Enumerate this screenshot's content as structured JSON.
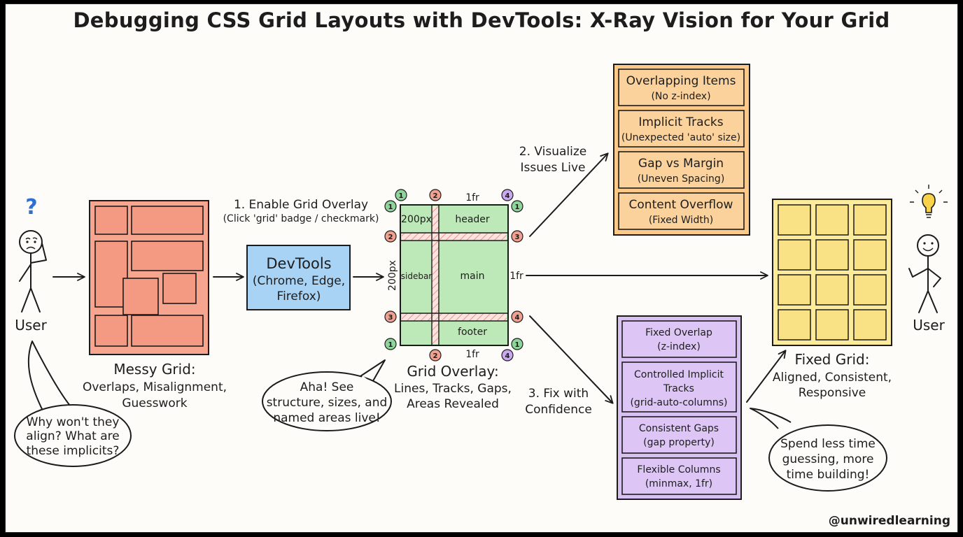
{
  "title": "Debugging CSS Grid Layouts with DevTools: X-Ray Vision for Your Grid",
  "user_left": {
    "label": "User",
    "question_mark": "?"
  },
  "user_right": {
    "label": "User"
  },
  "bubble_user": [
    "Why won't they",
    "align? What are",
    "these implicits?"
  ],
  "messy_grid": {
    "title": "Messy Grid:",
    "lines": [
      "Overlaps, Misalignment,",
      "Guesswork"
    ]
  },
  "step1": {
    "title": "1. Enable Grid Overlay",
    "subtitle": "(Click 'grid' badge / checkmark)"
  },
  "devtools": {
    "lines": [
      "DevTools",
      "(Chrome, Edge,",
      "Firefox)"
    ]
  },
  "overlay_grid": {
    "areas": {
      "col_label": "200px",
      "header": "header",
      "sidebar": "sidebar",
      "main": "main",
      "footer": "footer"
    },
    "track_labels": {
      "top_fr": "1fr",
      "bottom_fr": "1fr",
      "right_fr": "1fr",
      "left_px": "200px"
    },
    "badges": {
      "top_left": "1",
      "top_mid": "2",
      "top_right": "4",
      "left_row1": "1",
      "left_row2": "2",
      "left_row3": "3",
      "left_row4": "1",
      "right_row1": "1",
      "right_row2": "3",
      "right_row3": "4",
      "right_row4": "1",
      "bottom_mid": "2",
      "bottom_right": "4"
    },
    "colors": {
      "line1": "#8fd49a",
      "line2": "#f0a090",
      "line3": "#f0a090",
      "line4": "#c9a8ef"
    },
    "title": "Grid Overlay:",
    "lines": [
      "Lines, Tracks, Gaps,",
      "Areas Revealed"
    ]
  },
  "bubble_aha": [
    "Aha! See",
    "structure, sizes, and",
    "named areas live!"
  ],
  "step2": {
    "lines": [
      "2. Visualize",
      "Issues Live"
    ]
  },
  "issues": [
    {
      "title": "Overlapping Items",
      "detail": "(No z-index)"
    },
    {
      "title": "Implicit Tracks",
      "detail": "(Unexpected 'auto' size)"
    },
    {
      "title": "Gap vs Margin",
      "detail": "(Uneven Spacing)"
    },
    {
      "title": "Content Overflow",
      "detail": "(Fixed Width)"
    }
  ],
  "step3": {
    "lines": [
      "3. Fix with",
      "Confidence"
    ]
  },
  "fixes": [
    {
      "lines": [
        "Fixed Overlap",
        "(z-index)"
      ]
    },
    {
      "lines": [
        "Controlled Implicit",
        "Tracks",
        "(grid-auto-columns)"
      ]
    },
    {
      "lines": [
        "Consistent Gaps",
        "(gap property)"
      ]
    },
    {
      "lines": [
        "Flexible Columns",
        "(minmax, 1fr)"
      ]
    }
  ],
  "fixed_grid": {
    "title": "Fixed Grid:",
    "lines": [
      "Aligned, Consistent,",
      "Responsive"
    ]
  },
  "bubble_end": [
    "Spend less time",
    "guessing, more",
    "time building!"
  ],
  "handle": "@unwiredlearning",
  "colors": {
    "messy_fill": "#f7a58e",
    "messy_cell": "#f49a82",
    "devtools_fill": "#a8d3f5",
    "overlay_fill": "#bde8b7",
    "hatch": "#f3b7ae",
    "issues_fill": "#fcc98a",
    "issues_cell": "#fbd29c",
    "fixes_fill": "#d9c0f3",
    "fixes_cell": "#ddc6f5",
    "fixed_fill": "#fbeb9b",
    "fixed_cell": "#f8e285"
  }
}
